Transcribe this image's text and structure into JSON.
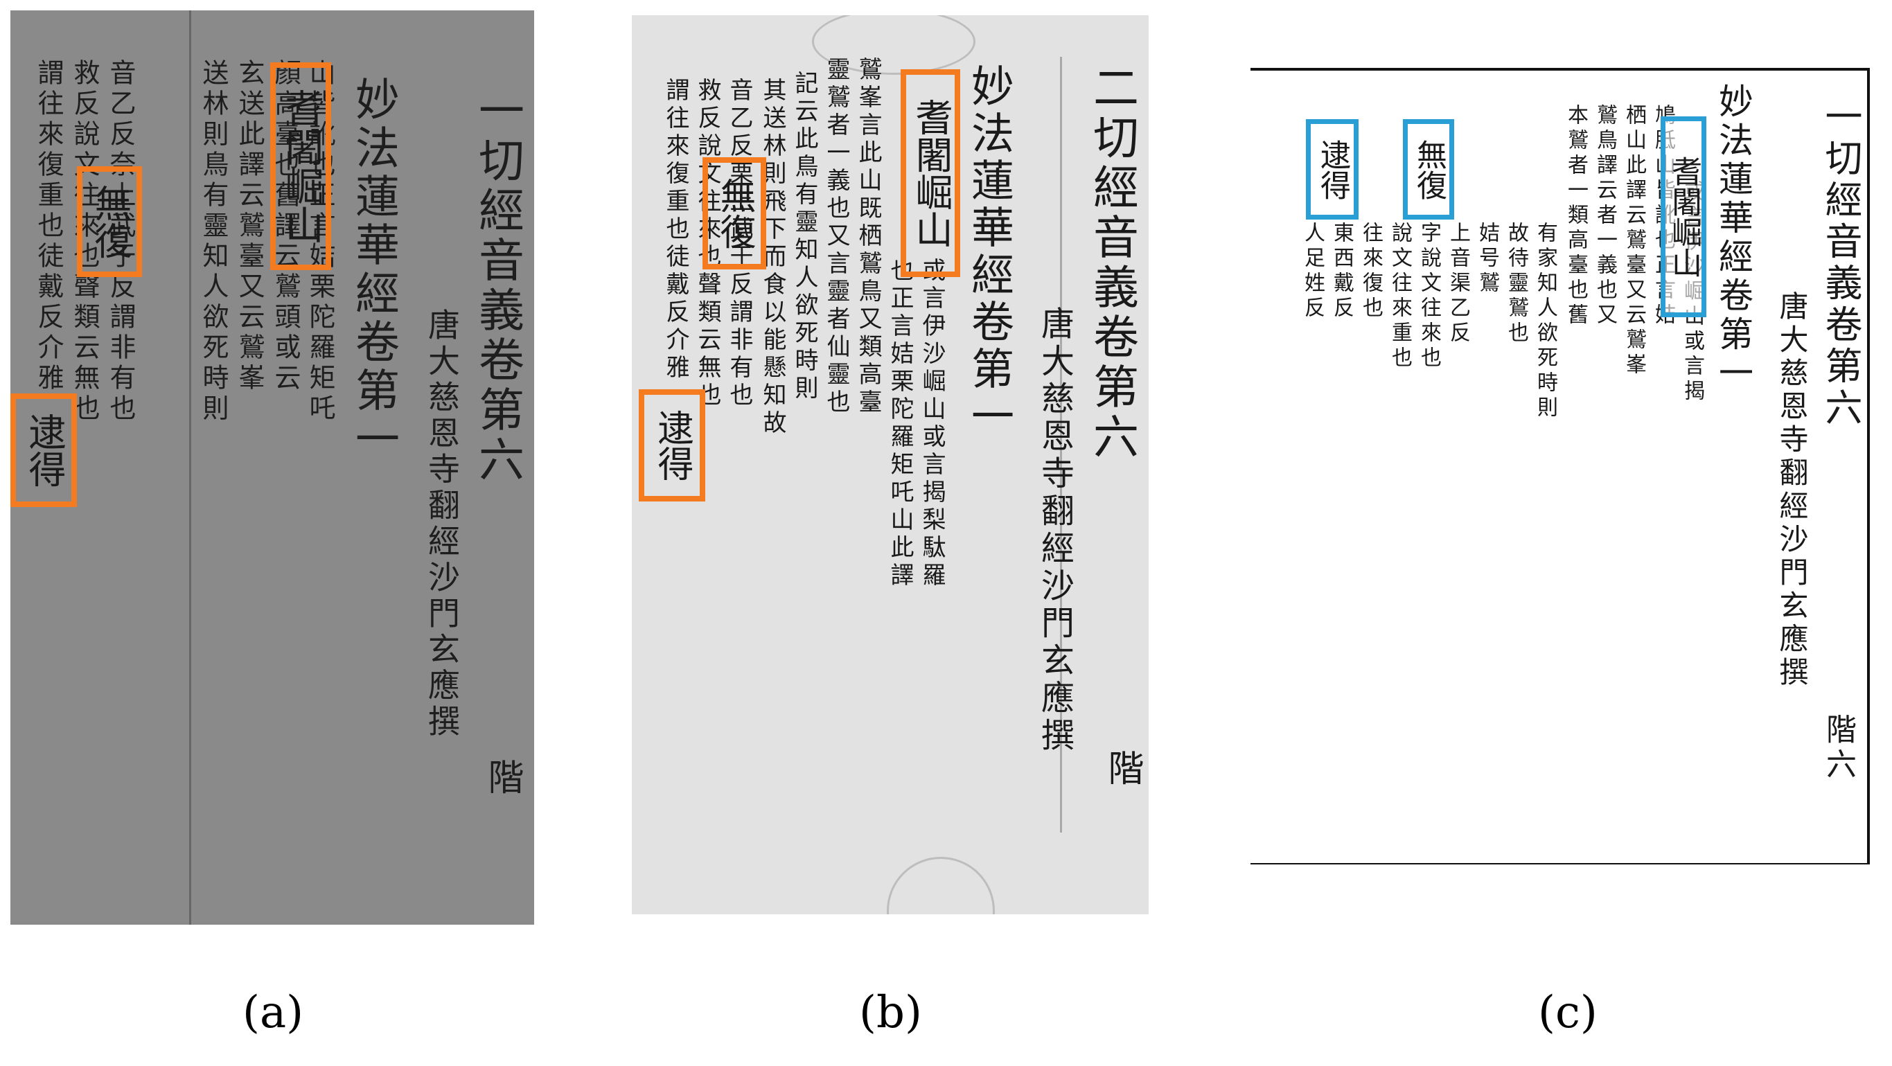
{
  "panels": [
    {
      "id": "a",
      "title": "一切經音義卷第六",
      "author": "唐大慈恩寺翻經沙門玄應撰",
      "heading": "妙法蓮華經卷第一",
      "corner": "階",
      "body_cols": [
        "山皆訛也正言姞栗陀羅矩吒",
        "顏高臺也舊譯云鷲頭或云",
        "玄送此譯云鷲臺又云鷲峯",
        "送林則鳥有靈知人欲死時則",
        "音乙反奈上武于反謂非有也",
        "救反說文往來也聲類云無也",
        "謂往來復重也徒戴反介雅"
      ],
      "highlights": [
        "耆闍崛山",
        "無復",
        "逮得"
      ]
    },
    {
      "id": "b",
      "title": "二切經音義卷第六",
      "author": "唐大慈恩寺翻經沙門玄應撰",
      "heading": "妙法蓮華經卷第一",
      "corner": "階",
      "body_cols": [
        "或言伊沙崛山或言揭梨駄羅",
        "也正言姞栗陀羅矩吒山此譯",
        "鷲峯言此山既栖鷲鳥又類高臺",
        "靈鷲者一義也又言靈者仙靈也",
        "記云此鳥有靈知人欲死時則",
        "其送林則飛下而食以能懸知故",
        "音乙反栗上武于反謂非有也",
        "救反說文往來也聲類云無也",
        "謂往來復重也徒戴反介雅"
      ],
      "highlights": [
        "耆闍崛山",
        "無復",
        "逮得"
      ]
    },
    {
      "id": "c",
      "title": "一切經音義卷第六",
      "author": "唐大慈恩寺翻經沙門玄應撰",
      "heading": "妙法蓮華經卷第一",
      "corner": "階六",
      "body_cols": [
        "或言伊沙崛山或言揭",
        "鳩胝山皆訛也正言姞",
        "栖山此譯云鷲臺又云鷲峯",
        "鷲鳥譯云者一義也又",
        "本鷲者一類高臺也舊",
        "有家知人欲死時則",
        "故待靈鷲也",
        "姞号鷲",
        "上音渠乙反",
        "字說文往來也",
        "說文往來重也",
        "往來復也",
        "東西戴反",
        "人足姓反"
      ],
      "highlights": [
        "耆闍崛山",
        "無復",
        "逮得"
      ]
    }
  ],
  "captions": [
    "(a)",
    "(b)",
    "(c)"
  ],
  "colors": {
    "orange_box": "#f47b20",
    "blue_box": "#2a9fd6",
    "panel_a_bg": "#8a8a8a",
    "panel_b_bg": "#e2e2e2"
  }
}
